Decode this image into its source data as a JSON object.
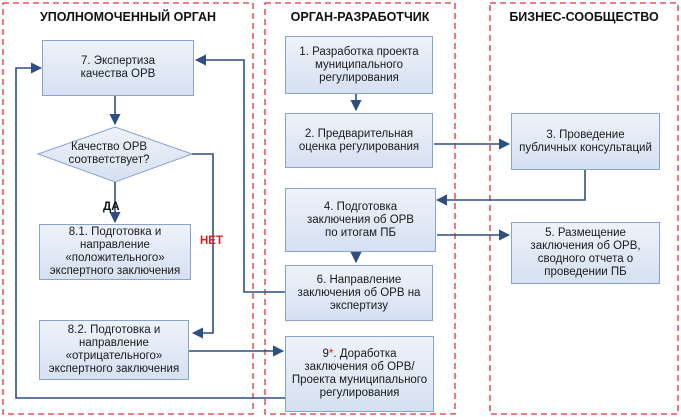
{
  "colors": {
    "lane_border": "#e0303a",
    "arrow": "#2f4f82",
    "box_border": "#8aa3cc",
    "no_label": "#e02020"
  },
  "lanes": {
    "authority": "УПОЛНОМОЧЕННЫЙ ОРГАН",
    "developer": "ОРГАН-РАЗРАБОТЧИК",
    "business": "БИЗНЕС-СООБЩЕСТВО"
  },
  "boxes": {
    "b7": "7. Экспертиза\nкачества ОРВ",
    "decision": "Качество ОРВ\nсоответствует?",
    "b81": "8.1. Подготовка и\nнаправление\n«положительного»\nэкспертного заключения",
    "b82": "8.2. Подготовка и\nнаправление\n«отрицательного»\nэкспертного заключения",
    "b1": "1. Разработка проекта\nмуниципального\nрегулирования",
    "b2": "2. Предварительная\nоценка регулирования",
    "b4": "4. Подготовка\nзаключения об ОРВ\nпо итогам ПБ",
    "b6": "6. Направление\nзаключения об ОРВ на\nэкспертизу",
    "b9_num": "9",
    "b9_star": "*",
    "b9_rest": ". Доработка\nзаключения об ОРВ/\nПроекта муниципального\nрегулирования",
    "b3": "3. Проведение\nпубличных консультаций",
    "b5": "5. Размещение\nзаключения об ОРВ,\nсводного отчета о\nпроведении ПБ"
  },
  "labels": {
    "yes": "ДА",
    "no": "НЕТ"
  }
}
